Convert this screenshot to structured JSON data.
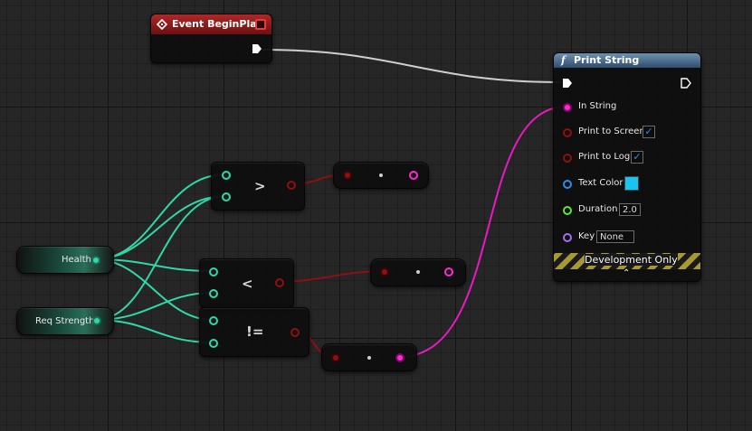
{
  "graph": {
    "begin_play": {
      "title": "Event BeginPlay"
    },
    "print_string": {
      "title": "Print String",
      "function_glyph": "f",
      "pins": {
        "in_string": "In String",
        "print_to_screen": "Print to Screen",
        "print_to_log": "Print to Log",
        "text_color": "Text Color",
        "duration": "Duration",
        "key": "Key"
      },
      "print_to_screen_checked": true,
      "print_to_log_checked": true,
      "check_glyph": "✓",
      "text_color_value": "#17c5f0",
      "duration_value": "2.0",
      "key_value": "None",
      "dev_only": "Development Only",
      "collapse_glyph": "⌃"
    },
    "variables": [
      {
        "name": "Health"
      },
      {
        "name": "Req Strength"
      }
    ],
    "operators": {
      "greater": ">",
      "less": "<",
      "not_equal": "!="
    }
  },
  "colors": {
    "event_header": "#8c1a1a",
    "function_header": "#4a6c8c",
    "float_wire": "#2fd8a8",
    "bool_wire": "#8e1010",
    "string_wire": "#e81ac0",
    "exec_wire": "#d8d8d8"
  }
}
